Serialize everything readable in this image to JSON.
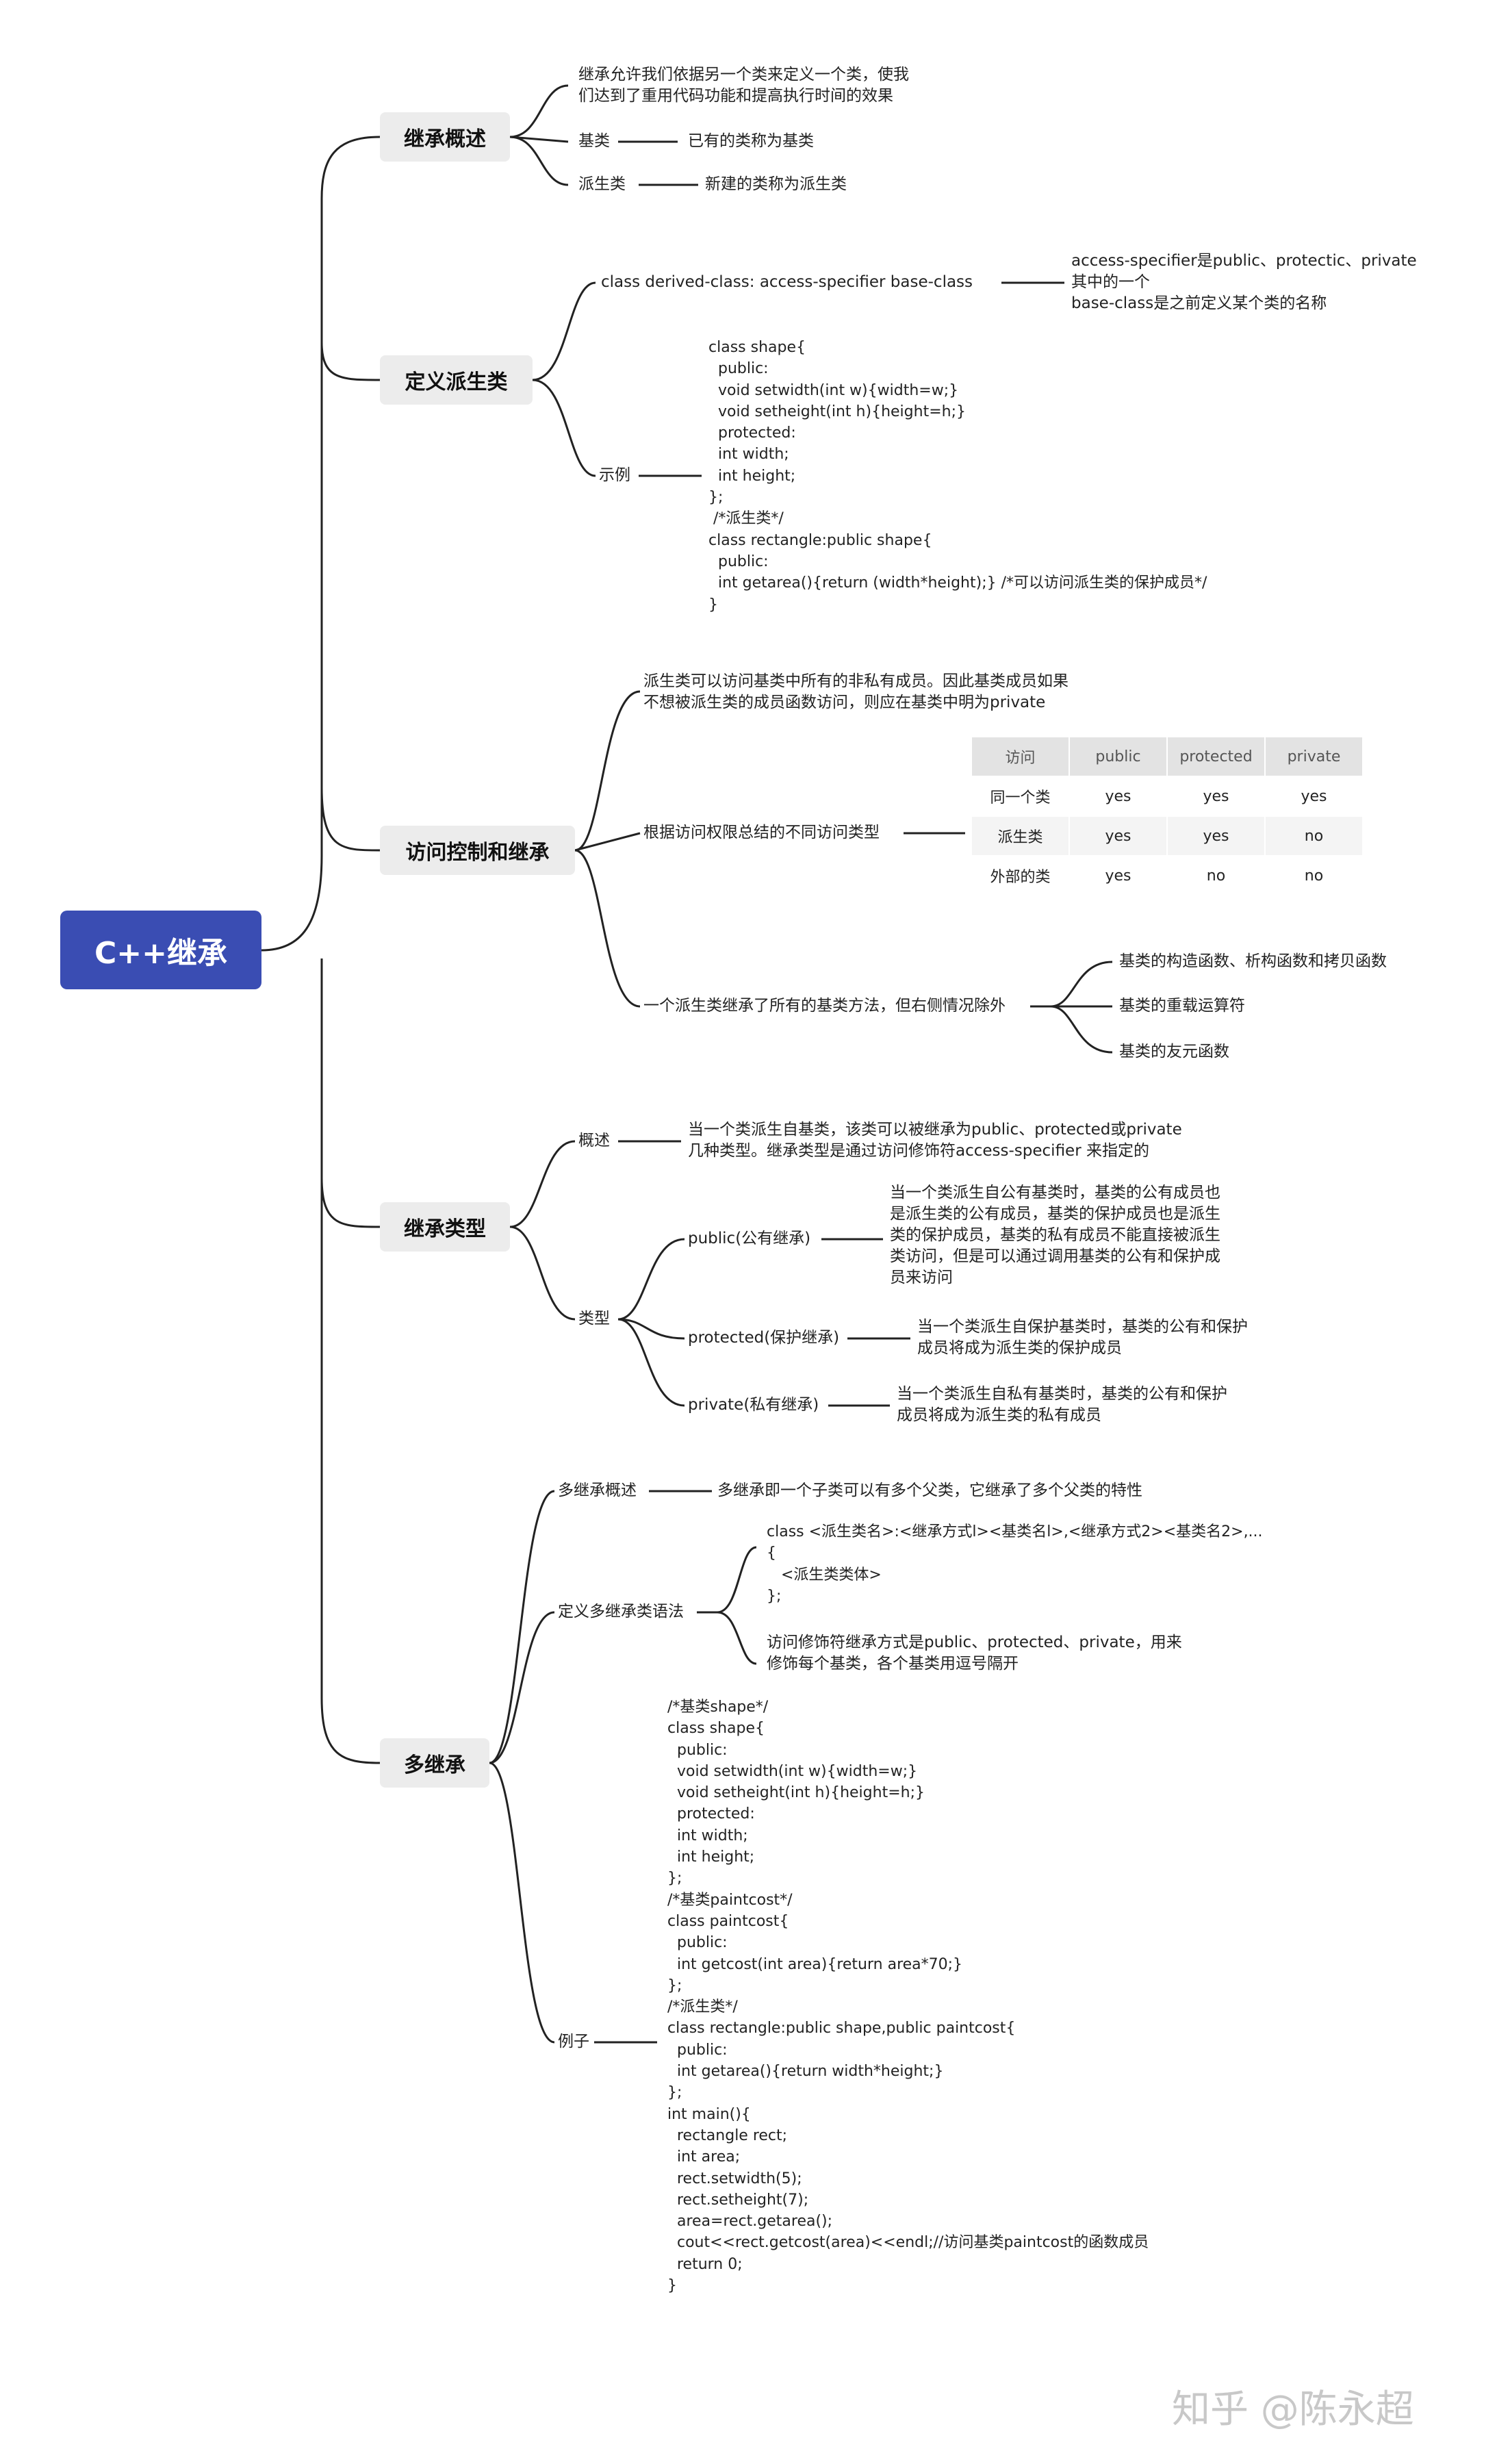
{
  "root": "C++继承",
  "topics": {
    "overview": {
      "title": "继承概述",
      "desc_line1": "继承允许我们依据另一个类来定义一个类，使我",
      "desc_line2": "们达到了重用代码功能和提高执行时间的效果",
      "base_label": "基类",
      "base_text": "已有的类称为基类",
      "derived_label": "派生类",
      "derived_text": "新建的类称为派生类"
    },
    "define": {
      "title": "定义派生类",
      "syntax": "class derived-class: access-specifier base-class",
      "note_line1": "access-specifier是public、protectic、private",
      "note_line2": "其中的一个",
      "note_line3": "base-class是之前定义某个类的名称",
      "example_label": "示例",
      "code": "class shape{\n  public:\n  void setwidth(int w){width=w;}\n  void setheight(int h){height=h;}\n  protected:\n  int width;\n  int height;\n};\n /*派生类*/\nclass rectangle:public shape{\n  public:\n  int getarea(){return (width*height);} /*可以访问派生类的保护成员*/\n}"
    },
    "access": {
      "title": "访问控制和继承",
      "desc_line1": "派生类可以访问基类中所有的非私有成员。因此基类成员如果",
      "desc_line2": "不想被派生类的成员函数访问，则应在基类中明为private",
      "table_label": "根据访问权限总结的不同访问类型",
      "table": {
        "headers": [
          "访问",
          "public",
          "protected",
          "private"
        ],
        "rows": [
          [
            "同一个类",
            "yes",
            "yes",
            "yes"
          ],
          [
            "派生类",
            "yes",
            "yes",
            "no"
          ],
          [
            "外部的类",
            "yes",
            "no",
            "no"
          ]
        ]
      },
      "except_label": "一个派生类继承了所有的基类方法，但右侧情况除外",
      "except_items": [
        "基类的构造函数、析构函数和拷贝函数",
        "基类的重载运算符",
        "基类的友元函数"
      ]
    },
    "types": {
      "title": "继承类型",
      "overview_label": "概述",
      "overview_line1": "当一个类派生自基类，该类可以被继承为public、protected或private",
      "overview_line2": "几种类型。继承类型是通过访问修饰符access-specifier 来指定的",
      "type_label": "类型",
      "public_label": "public(公有继承)",
      "public_text": [
        "当一个类派生自公有基类时，基类的公有成员也",
        "是派生类的公有成员，基类的保护成员也是派生",
        "类的保护成员，基类的私有成员不能直接被派生",
        "类访问，但是可以通过调用基类的公有和保护成",
        "员来访问"
      ],
      "protected_label": "protected(保护继承)",
      "protected_text": [
        "当一个类派生自保护基类时，基类的公有和保护",
        "成员将成为派生类的保护成员"
      ],
      "private_label": "private(私有继承)",
      "private_text": [
        "当一个类派生自私有基类时，基类的公有和保护",
        "成员将成为派生类的私有成员"
      ]
    },
    "multi": {
      "title": "多继承",
      "overview_label": "多继承概述",
      "overview_text": "多继承即一个子类可以有多个父类，它继承了多个父类的特性",
      "syntax_label": "定义多继承类语法",
      "syntax_code": "class <派生类名>:<继承方式l><基类名l>,<继承方式2><基类名2>,...\n{\n   <派生类类体>\n};",
      "syntax_note_line1": "访问修饰符继承方式是public、protected、private，用来",
      "syntax_note_line2": "修饰每个基类，各个基类用逗号隔开",
      "example_label": "例子",
      "code": "/*基类shape*/\nclass shape{\n  public:\n  void setwidth(int w){width=w;}\n  void setheight(int h){height=h;}\n  protected:\n  int width;\n  int height;\n};\n/*基类paintcost*/\nclass paintcost{\n  public:\n  int getcost(int area){return area*70;}\n};\n/*派生类*/\nclass rectangle:public shape,public paintcost{\n  public:\n  int getarea(){return width*height;}\n};\nint main(){\n  rectangle rect;\n  int area;\n  rect.setwidth(5);\n  rect.setheight(7);\n  area=rect.getarea();\n  cout<<rect.getcost(area)<<endl;//访问基类paintcost的函数成员\n  return 0;\n}"
    }
  },
  "watermark": "知乎 @陈永超",
  "colors": {
    "root_bg": "#3a4db3",
    "topic_bg": "#ececec",
    "line": "#222222"
  }
}
